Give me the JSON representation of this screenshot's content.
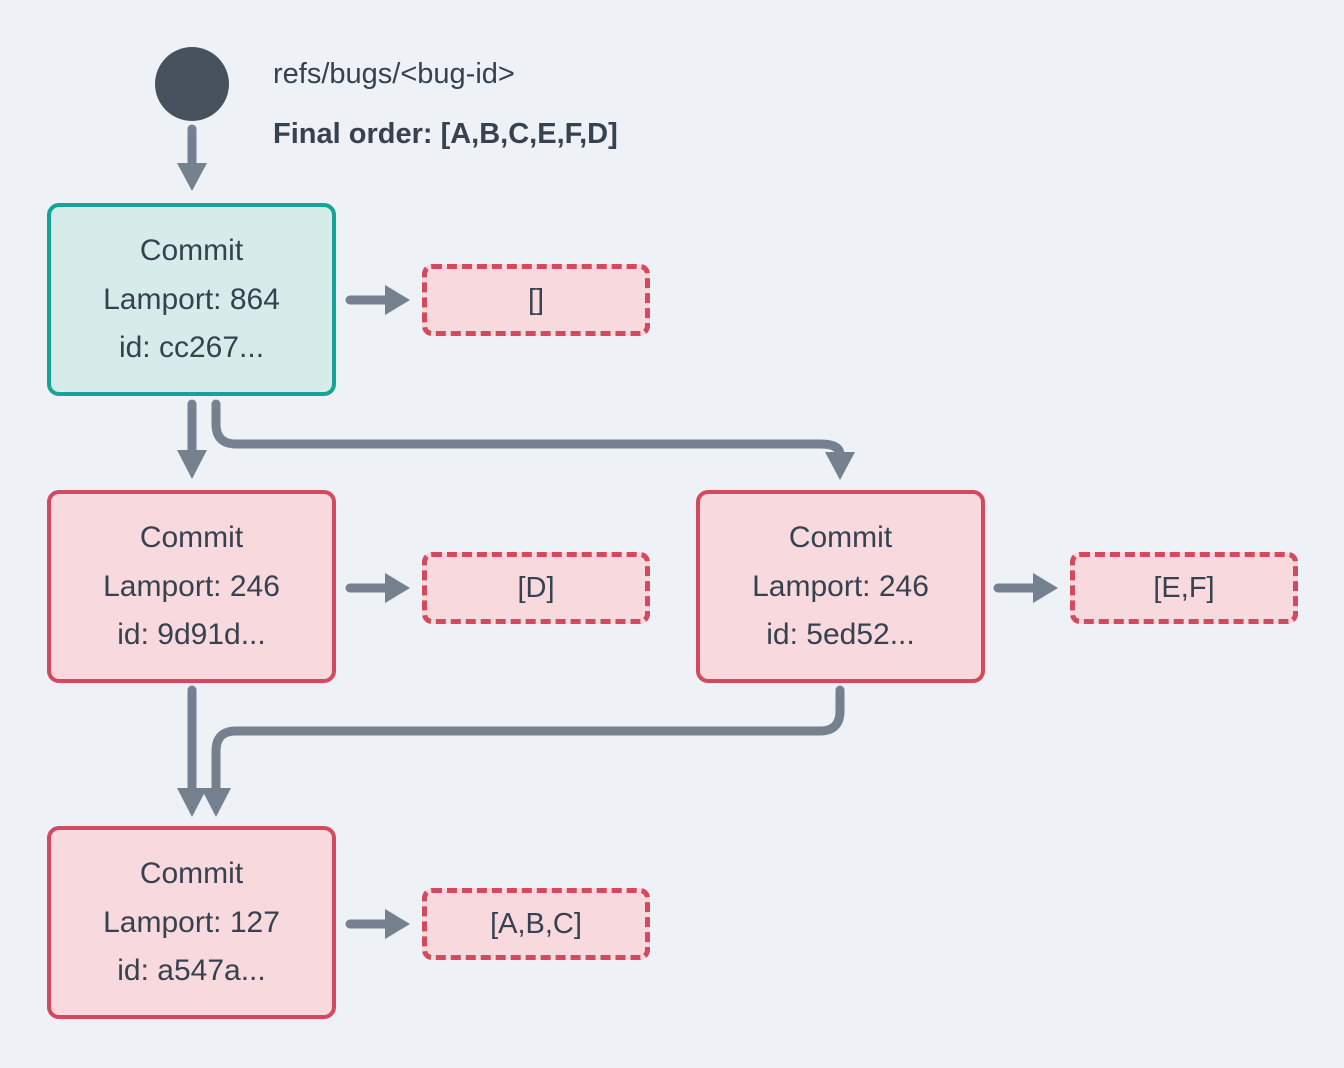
{
  "ref": {
    "label": "refs/bugs/<bug-id>",
    "final_order": "Final order: [A,B,C,E,F,D]"
  },
  "nodes": {
    "head": {
      "title": "Commit",
      "lamport": "Lamport: 864",
      "id": "id: cc267...",
      "ops": "[]"
    },
    "left": {
      "title": "Commit",
      "lamport": "Lamport: 246",
      "id": "id: 9d91d...",
      "ops": "[D]"
    },
    "right": {
      "title": "Commit",
      "lamport": "Lamport: 246",
      "id": "id: 5ed52...",
      "ops": "[E,F]"
    },
    "bottom": {
      "title": "Commit",
      "lamport": "Lamport: 127",
      "id": "id: a547a...",
      "ops": "[A,B,C]"
    }
  },
  "colors": {
    "background": "#eef1f5",
    "text": "#36424f",
    "arrow": "#75818e",
    "ref_circle": "#47525e",
    "head_node_border": "#16a49a",
    "head_node_fill": "#d5ecea",
    "commit_node_border": "#d4495e",
    "commit_node_fill": "#f8d9de",
    "ops_box_border": "#d4495e",
    "ops_box_fill": "#f8d9de"
  }
}
